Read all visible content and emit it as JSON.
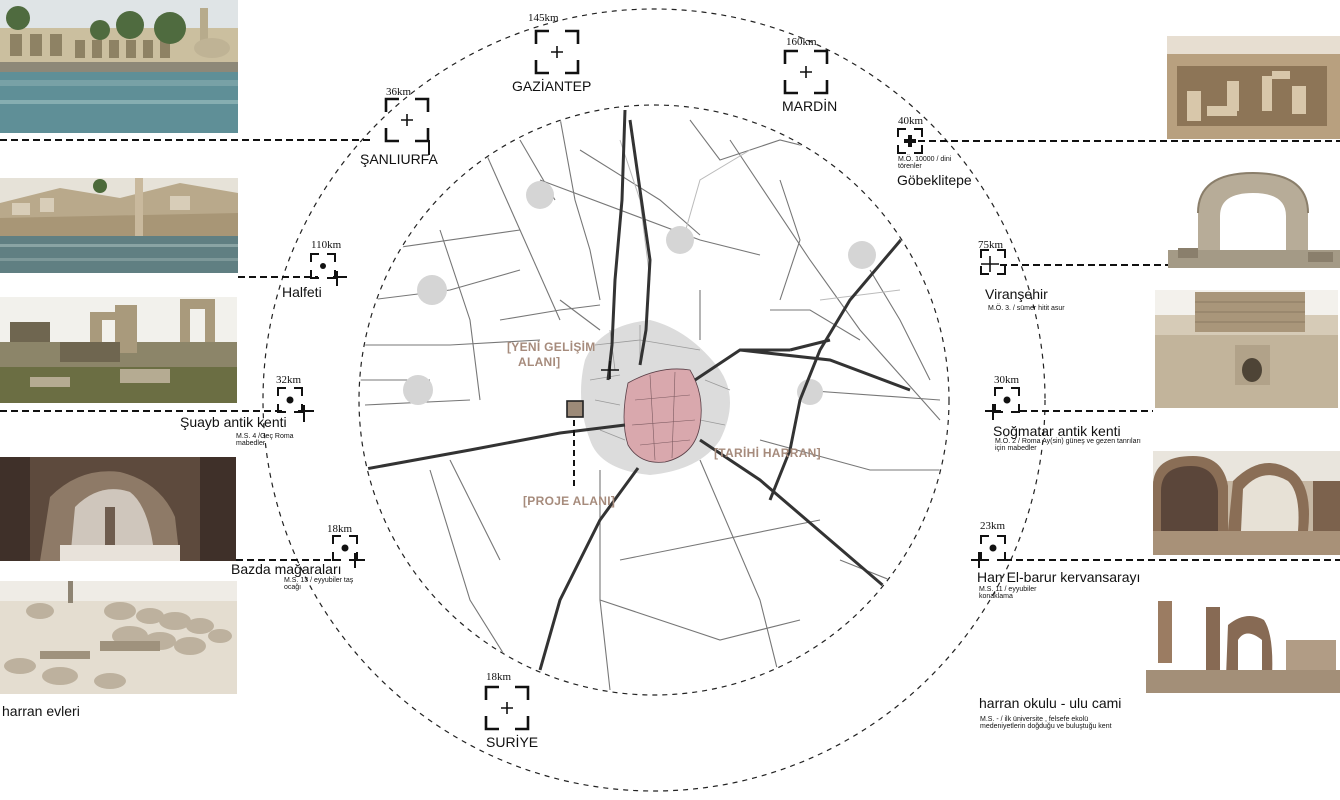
{
  "project_area_label": "[PROJE ALANI]",
  "historic_area_label": "[TARİHİ HARRAN]",
  "new_development_label_line1": "[YENİ GELİŞİM",
  "new_development_label_line2": "ALANI]",
  "colors": {
    "historic_fill": "#d9a8ad",
    "settlement_fill": "#dcdcdc",
    "label_brown": "#a68b7c",
    "project_marker": "#9c8a78"
  },
  "directions": [
    {
      "id": "gaziantep",
      "distance": "145km",
      "name": "GAZİANTEP",
      "icon": "plus-target-icon"
    },
    {
      "id": "mardin",
      "distance": "160km",
      "name": "MARDİN",
      "icon": "plus-target-icon"
    },
    {
      "id": "sanliurfa",
      "distance": "36km",
      "name": "ŞANLIURFA",
      "icon": "plus-target-icon"
    },
    {
      "id": "suriye",
      "distance": "18km",
      "name": "SURİYE",
      "icon": "plus-target-icon"
    }
  ],
  "sites_left": [
    {
      "id": "halfeti",
      "distance": "110km",
      "name": "Halfeti",
      "note": ""
    },
    {
      "id": "suayb",
      "distance": "32km",
      "name": "Şuayb antik kenti",
      "note": "M.S. 4 /Geç Roma mabedler"
    },
    {
      "id": "bazda",
      "distance": "18km",
      "name": "Bazda mağaraları",
      "note": "M.S. 13 / eyyubiler taş ocağı"
    },
    {
      "id": "harran-evleri",
      "distance": "",
      "name": "harran evleri",
      "note": ""
    }
  ],
  "sites_right": [
    {
      "id": "gobeklitepe",
      "distance": "40km",
      "name": "Göbeklitepe",
      "note": "M.Ö. 10000 / dini törenler"
    },
    {
      "id": "viransehir",
      "distance": "75km",
      "name": "Viranşehir",
      "note": "M.Ö. 3. / sümer hitit asur"
    },
    {
      "id": "sogmatar",
      "distance": "30km",
      "name": "Soğmatar antik kenti",
      "note": "M.Ö. 2 / Roma Ay(sin) güneş ve gezen tanrıları için mabedler"
    },
    {
      "id": "han-el-barur",
      "distance": "23km",
      "name": "Han El-barur kervansarayı",
      "note": "M.S. 11 / eyyubiler konaklama"
    },
    {
      "id": "harran-okulu",
      "distance": "",
      "name": "harran okulu - ulu cami",
      "note": "M.S. - / ilk üniversite , felsefe ekolü medeniyetlerin doğduğu ve buluştuğu kent"
    }
  ]
}
